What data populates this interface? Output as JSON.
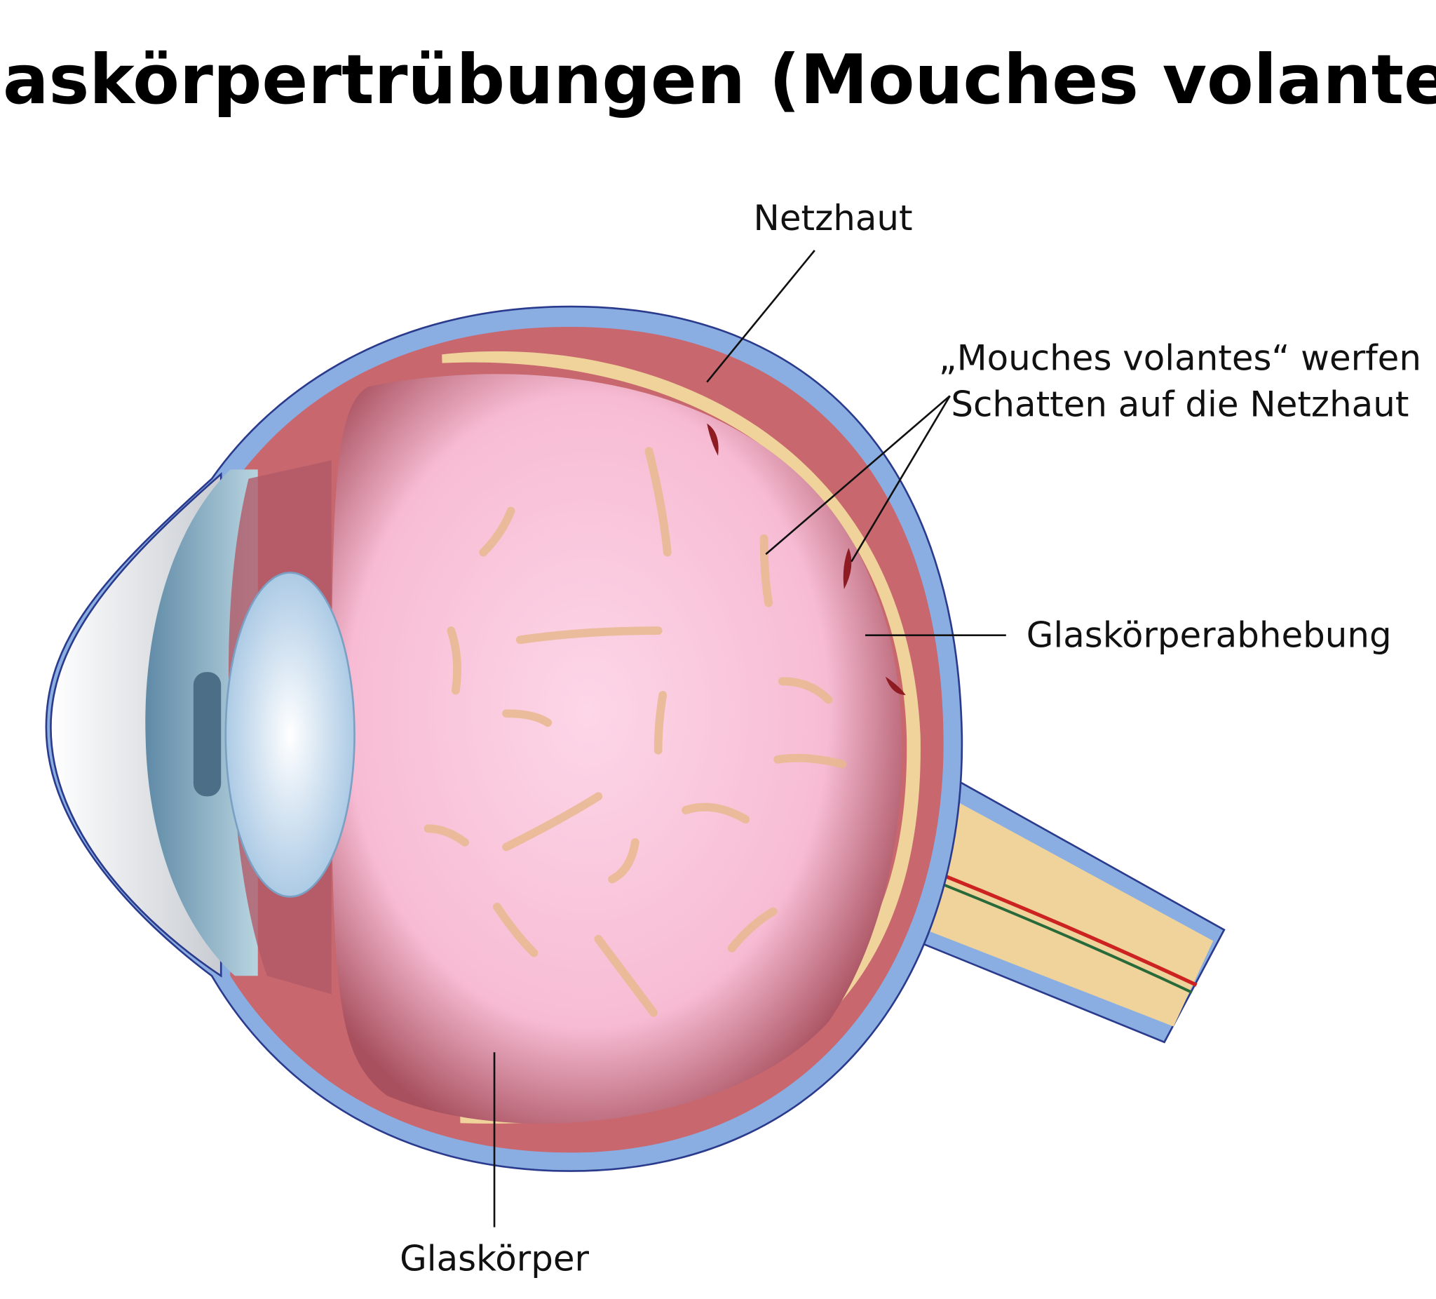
{
  "title": "Glaskörpertrübungen (Mouches volantes)",
  "labels": {
    "retina": "Netzhaut",
    "floaters_line1": "„Mouches volantes“ werfen",
    "floaters_line2": "Schatten auf die Netzhaut",
    "detachment": "Glaskörperabhebung",
    "vitreous": "Glaskörper"
  },
  "colors": {
    "sclera": "#8aaee2",
    "choroid": "#c8676e",
    "retina": "#efd39a",
    "vitreous": "#fbcfe3",
    "floater": "#e8b98e",
    "lens": "#cfe2f4"
  }
}
